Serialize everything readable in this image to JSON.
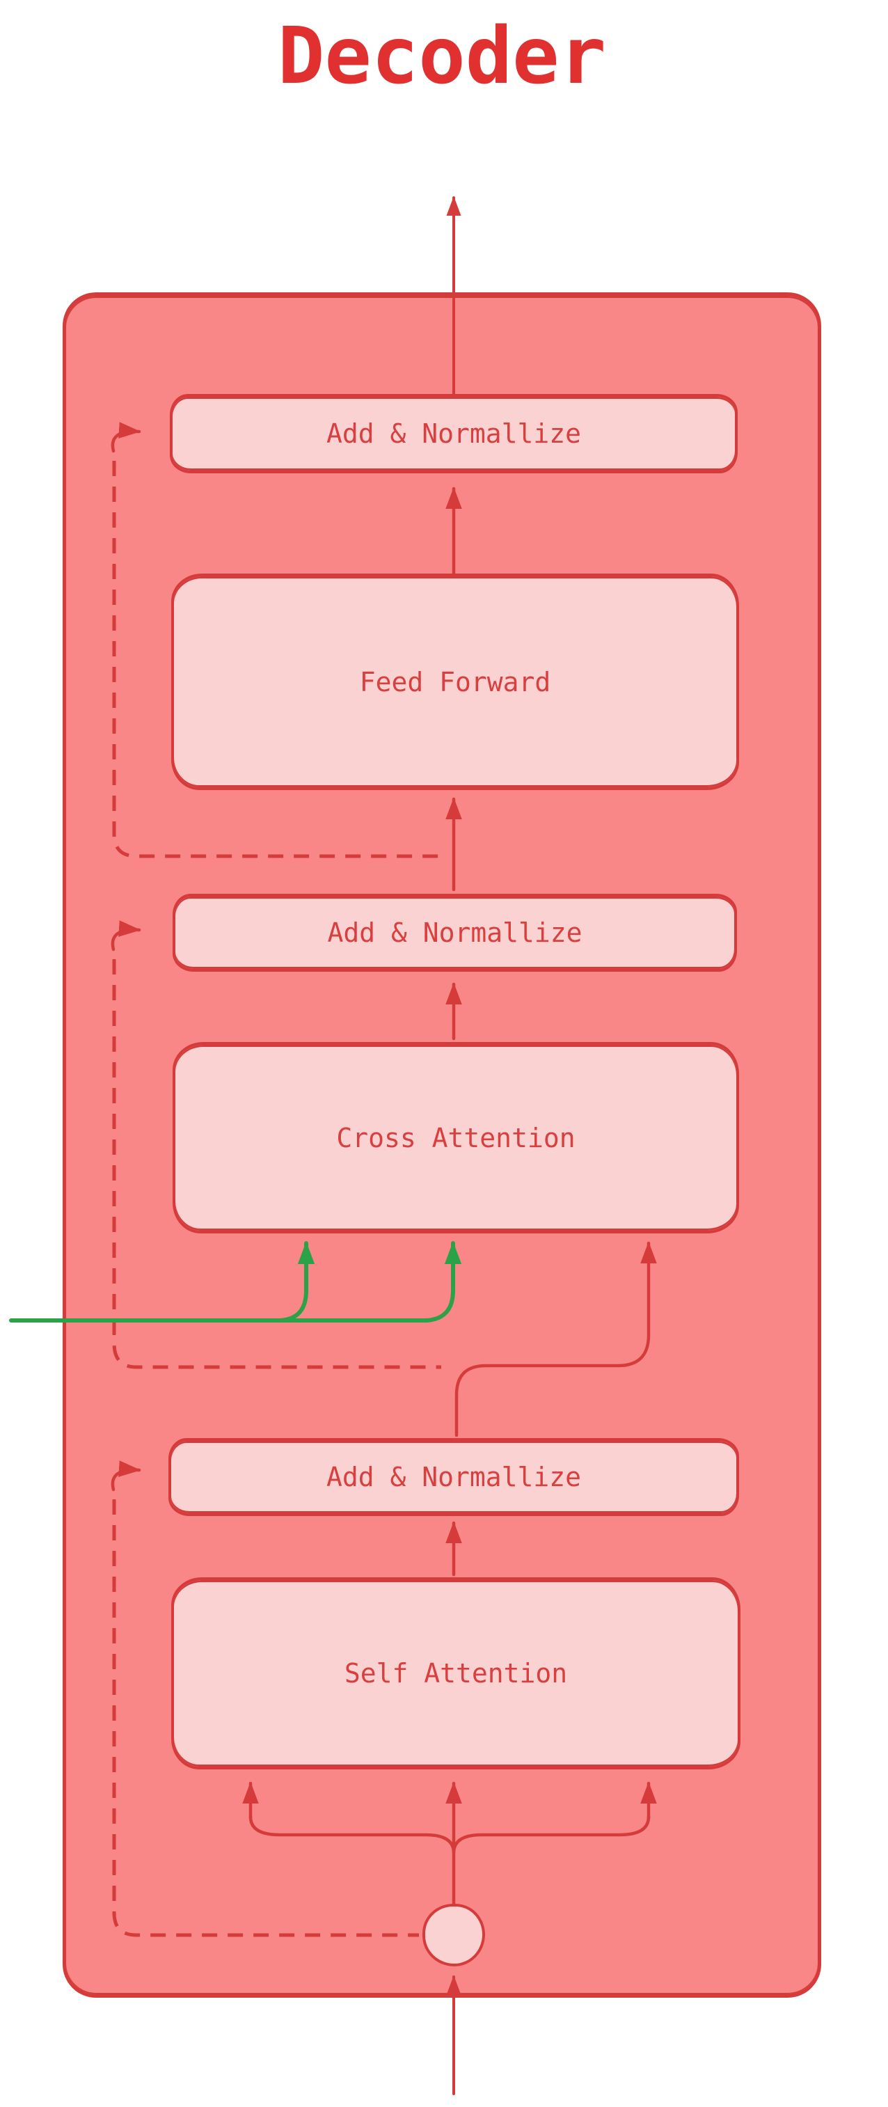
{
  "diagram": {
    "title": "Decoder",
    "type": "flow-diagram",
    "blocks": [
      {
        "id": "add-normalize-top",
        "label": "Add & Normallize"
      },
      {
        "id": "feed-forward",
        "label": "Feed Forward"
      },
      {
        "id": "add-normalize-middle",
        "label": "Add & Normallize"
      },
      {
        "id": "cross-attention",
        "label": "Cross Attention"
      },
      {
        "id": "add-normalize-bottom",
        "label": "Add & Normallize"
      },
      {
        "id": "self-attention",
        "label": "Self Attention"
      }
    ],
    "input_node": {
      "shape": "circle",
      "position": "bottom-center"
    },
    "edges": [
      {
        "from": "add-normalize-top",
        "to": "decoder-output",
        "style": "solid",
        "color": "red",
        "direction": "up"
      },
      {
        "from": "feed-forward",
        "to": "add-normalize-top",
        "style": "solid",
        "color": "red",
        "direction": "up"
      },
      {
        "from": "add-normalize-middle",
        "to": "feed-forward",
        "style": "solid",
        "color": "red",
        "direction": "up"
      },
      {
        "from": "feed-forward-input",
        "to": "add-normalize-top",
        "style": "dashed",
        "color": "red",
        "type": "residual-skip"
      },
      {
        "from": "cross-attention",
        "to": "add-normalize-middle",
        "style": "solid",
        "color": "red",
        "direction": "up"
      },
      {
        "from": "encoder-output-left",
        "to": "cross-attention",
        "style": "solid",
        "color": "green",
        "count": 2,
        "type": "key-value"
      },
      {
        "from": "add-normalize-bottom",
        "to": "cross-attention",
        "style": "solid",
        "color": "red",
        "type": "query"
      },
      {
        "from": "add-normalize-bottom-output",
        "to": "add-normalize-middle",
        "style": "dashed",
        "color": "red",
        "type": "residual-skip"
      },
      {
        "from": "self-attention",
        "to": "add-normalize-bottom",
        "style": "solid",
        "color": "red",
        "direction": "up"
      },
      {
        "from": "input-node",
        "to": "self-attention",
        "style": "solid",
        "color": "red",
        "count": 3,
        "type": "query-key-value-fanout"
      },
      {
        "from": "input-node",
        "to": "add-normalize-bottom",
        "style": "dashed",
        "color": "red",
        "type": "residual-skip"
      },
      {
        "from": "decoder-input-bottom",
        "to": "input-node",
        "style": "solid",
        "color": "red",
        "direction": "up"
      }
    ],
    "colors": {
      "stroke": "#d63b3b",
      "container-fill": "#f98787",
      "box-fill": "#fbd2d2",
      "label": "#d84040",
      "title": "#e03030",
      "green": "#2ca248"
    }
  }
}
